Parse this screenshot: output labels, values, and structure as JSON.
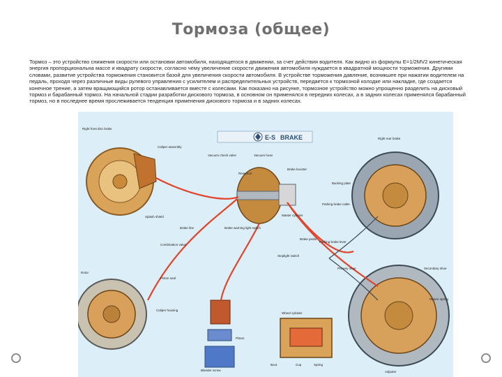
{
  "slide": {
    "title": "Тормоза (общее)",
    "body": "Тормоз – это устройство снижения скорости или остановки автомобиля, находящегося в движении, за счет действия водителя. Как видно из формулы E=1/2MV2 кинетическая энергия пропорциональна массе и квадрату скорости, согласно чему увеличение скорости движения автомобиля нуждается в квадратной мощности торможения. Другими словами, развитие устройства торможения становится базой для увеличения скорости автомобиля. В устройстве торможения давление, возникшее при нажатии водителем на педаль, проходя через различные виды рулевого управления с усилителем и распределительных устройств, передается к тормозной колодке или накладке, где создается конечное трение, а затем вращающийся ротор останавливается вместе с колесами. Как показано на рисунке, тормозное устройство можно упрощенно разделить на дисковый тормоз и барабанный тормоз. На начальной стадии разработки дискового тормоза, в основном он применялся в передних колесах, а в задних колесах применялся барабанный тормоз, но в последнее время прослеживается тенденция применения дискового тормоза и в задних колесах."
  },
  "diagram": {
    "brand": "E-S",
    "brand_sub": "BRAKE",
    "labels": {
      "right_front_disc": "Right front disc brake",
      "caliper": "Caliper assembly",
      "vacuum_check": "Vacuum check valve",
      "vacuum_hose": "Vacuum hose",
      "brake_booster": "Brake booster",
      "master_cylinder": "Master cylinder",
      "right_rear_brake": "Right rear brake",
      "backing_plate": "Backing plate",
      "parking_cable": "Parking brake cable",
      "parking_lever": "Parking brake lever",
      "brake_line": "Brake line",
      "combination_valve": "Combination valve",
      "brake_pedal": "Brake pedal",
      "stoplight": "Stoplight switch",
      "brake_warning": "Brake warning light switch",
      "reservoir": "Reservoir",
      "splash_shield": "Splash shield",
      "rotor": "Rotor",
      "piston_seal": "Piston seal",
      "caliper_housing": "Caliper housing",
      "bleeder_screw": "Bleeder screw",
      "piston": "Piston",
      "wheel_cylinder": "Wheel cylinder",
      "primary_shoe": "Primary shoe",
      "secondary_shoe": "Secondary shoe",
      "adjuster": "Adjuster",
      "return_spring": "Return spring",
      "boot": "Boot",
      "cup": "Cup",
      "spring": "Spring"
    }
  }
}
